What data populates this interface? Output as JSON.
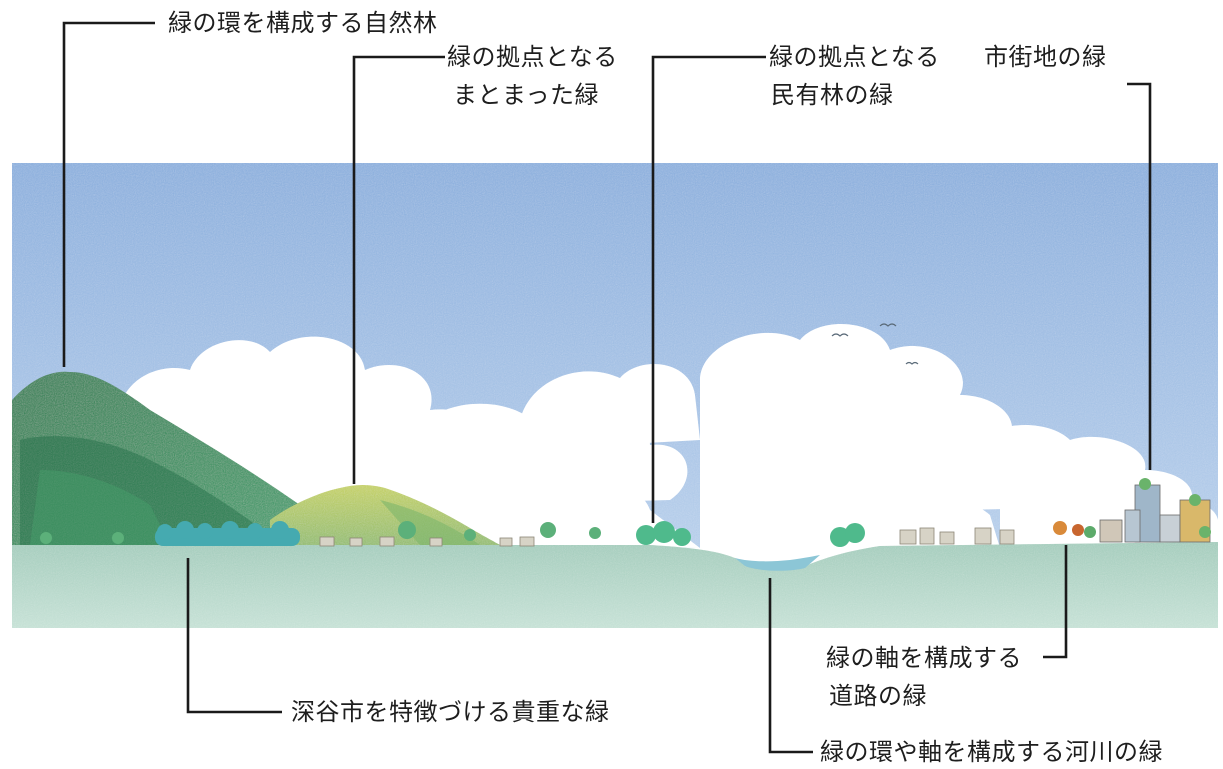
{
  "labels": {
    "natural_forest": "緑の環を構成する自然林",
    "hub_green": {
      "line1": "緑の拠点となる",
      "line2": "まとまった緑"
    },
    "private_forest": {
      "line1": "緑の拠点となる",
      "line2": "民有林の緑"
    },
    "urban_green": "市街地の緑",
    "road_green": {
      "line1": "緑の軸を構成する",
      "line2": "道路の緑"
    },
    "precious_green": "深谷市を特徴づける貴重な緑",
    "river_green": "緑の環や軸を構成する河川の緑"
  },
  "colors": {
    "sky": "#8fb4e0",
    "sky_light": "#c9dcf2",
    "cloud": "#ffffff",
    "mountain": "#2f8a5a",
    "mountain_dark": "#1f6b45",
    "hill": "#b8c95c",
    "ground": "#a8cfc0",
    "water": "#8fc6d8",
    "leader_line": "#1a1a1a"
  }
}
